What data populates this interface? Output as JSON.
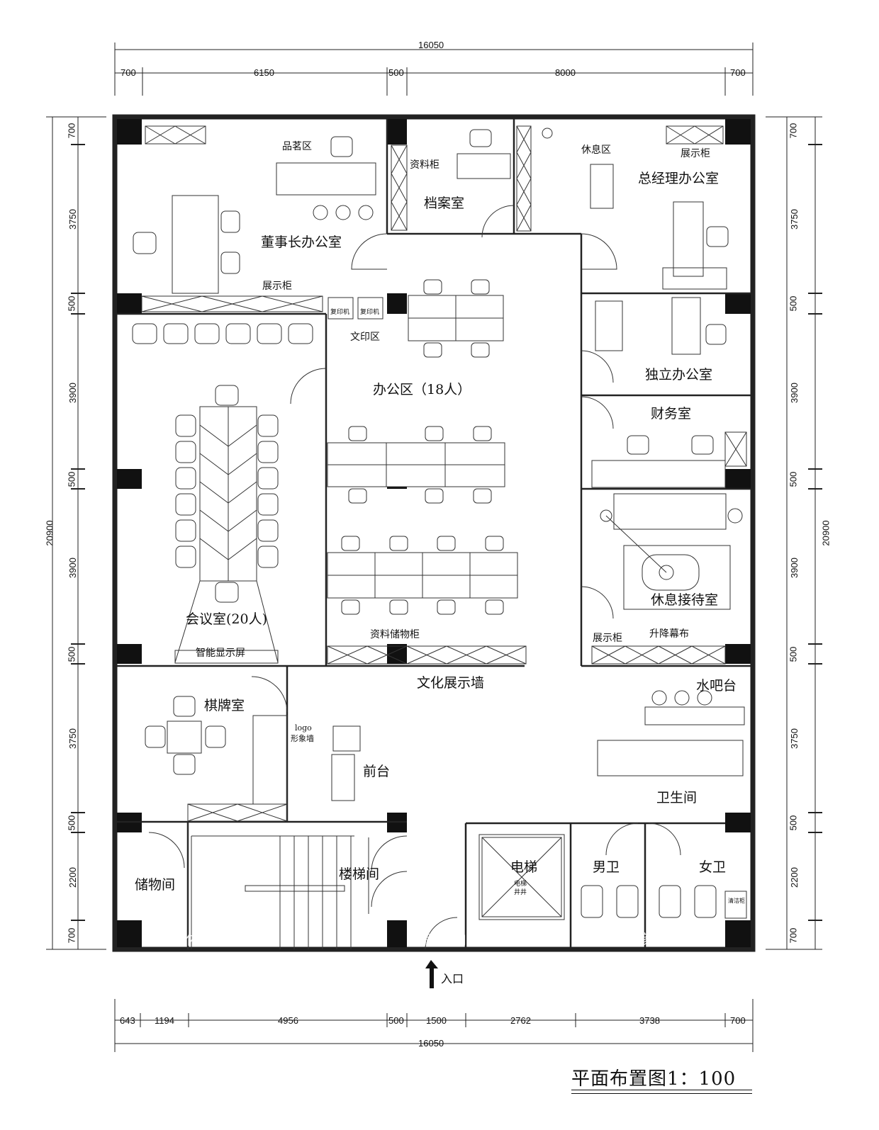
{
  "plan": {
    "title": "平面布置图1：100",
    "entrance": "入口",
    "dims_top": {
      "overall": "16050",
      "segments": [
        "700",
        "6150",
        "500",
        "8000",
        "700"
      ]
    },
    "dims_bottom": {
      "overall": "16050",
      "segments": [
        "643",
        "1194",
        "4956",
        "500",
        "1500",
        "2762",
        "3738",
        "700"
      ]
    },
    "dims_left": {
      "overall": "20900",
      "segments": [
        "700",
        "3750",
        "500",
        "3900",
        "500",
        "3900",
        "500",
        "3750",
        "500",
        "2200",
        "700"
      ]
    },
    "dims_right": {
      "overall": "20900",
      "segments": [
        "700",
        "3750",
        "500",
        "3900",
        "500",
        "3900",
        "500",
        "3750",
        "500",
        "2200",
        "700"
      ]
    },
    "rooms": {
      "chairman_office": "董事长办公室",
      "tea_area": "品茗区",
      "display_cabinet_1": "展示柜",
      "file_cabinet": "资料柜",
      "archive_room": "档案室",
      "rest_area": "休息区",
      "display_cabinet_2": "展示柜",
      "gm_office": "总经理办公室",
      "copier_1": "复印机",
      "copier_2": "复印机",
      "print_area": "文印区",
      "office_area": "办公区（18人）",
      "private_office": "独立办公室",
      "finance_room": "财务室",
      "meeting_room": "会议室(20人)",
      "smart_screen": "智能显示屏",
      "storage_cabinet": "资料储物柜",
      "culture_wall": "文化展示墙",
      "lounge": "休息接待室",
      "display_cabinet_3": "展示柜",
      "lift_screen": "升降幕布",
      "water_bar": "水吧台",
      "chess_room": "棋牌室",
      "logo": "logo",
      "image_wall": "形象墙",
      "reception": "前台",
      "restroom": "卫生间",
      "storage_room": "储物间",
      "stairwell": "楼梯间",
      "elevator": "电梯",
      "elevator_sub_1": "电梯",
      "elevator_sub_2": "井井",
      "mens_room": "男卫",
      "womens_room": "女卫",
      "cleaning": "清洁柜"
    },
    "watermark": [
      "佑颜室内设计",
      "佑颜室内设计",
      "佑颜室内设计"
    ]
  }
}
